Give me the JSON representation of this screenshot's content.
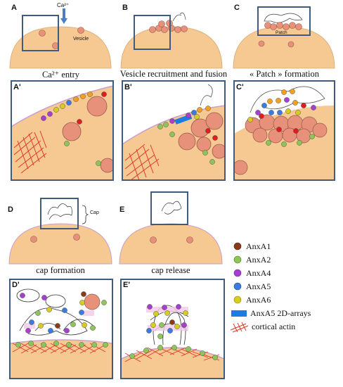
{
  "panels": {
    "A": {
      "label": "A",
      "caption": "Ca²⁺ entry",
      "ca_label": "Ca²⁺",
      "vesicle_label": "Vesicle"
    },
    "B": {
      "label": "B",
      "caption": "Vesicle recruitment and fusion"
    },
    "C": {
      "label": "C",
      "caption": "« Patch » formation",
      "patch_label": "Patch"
    },
    "A_prime": {
      "label": "A'"
    },
    "B_prime": {
      "label": "B'"
    },
    "C_prime": {
      "label": "C'"
    },
    "D": {
      "label": "D",
      "caption": "cap formation",
      "cap_label": "Cap"
    },
    "E": {
      "label": "E",
      "caption": "cap release"
    },
    "D_prime": {
      "label": "D'"
    },
    "E_prime": {
      "label": "E'"
    }
  },
  "legend": [
    {
      "label": "AnxA1",
      "color": "#8B3A1A",
      "shape": "dot"
    },
    {
      "label": "AnxA2",
      "color": "#8DC656",
      "shape": "dot"
    },
    {
      "label": "AnxA4",
      "color": "#A63FD0",
      "shape": "dot"
    },
    {
      "label": "AnxA5",
      "color": "#3B7BE0",
      "shape": "dot"
    },
    {
      "label": "AnxA6",
      "color": "#D8CC1E",
      "shape": "dot"
    },
    {
      "label": "AnxA5 2D-arrays",
      "color": "#1E7BE0",
      "shape": "bar"
    },
    {
      "label": "cortical actin",
      "color": "#E03A2A",
      "shape": "cross"
    }
  ],
  "colors": {
    "cell": "#F6C992",
    "vesicle": "#E7907A",
    "frame": "#3F5B7E",
    "red_dot": "#E21C1C",
    "orange_dot": "#F2A01E",
    "membrane": "#C8A0C8"
  }
}
